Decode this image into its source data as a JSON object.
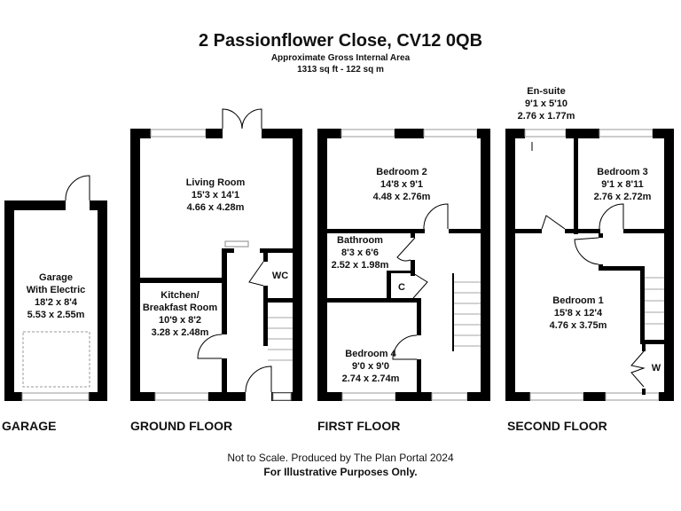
{
  "header": {
    "title": "2 Passionflower Close, CV12 0QB",
    "subtitle": "Approximate Gross Internal Area",
    "area": "1313 sq ft - 122 sq m"
  },
  "floors": {
    "garage": {
      "label": "GARAGE",
      "rooms": [
        {
          "name": "Garage",
          "name2": "With Electric",
          "imperial": "18'2 x 8'4",
          "metric": "5.53 x 2.55m"
        }
      ]
    },
    "ground": {
      "label": "GROUND FLOOR",
      "rooms": [
        {
          "name": "Living Room",
          "imperial": "15'3 x 14'1",
          "metric": "4.66 x 4.28m"
        },
        {
          "name": "Kitchen/",
          "name2": "Breakfast Room",
          "imperial": "10'9 x 8'2",
          "metric": "3.28 x 2.48m"
        },
        {
          "name": "WC"
        }
      ]
    },
    "first": {
      "label": "FIRST FLOOR",
      "rooms": [
        {
          "name": "Bedroom 2",
          "imperial": "14'8 x 9'1",
          "metric": "4.48 x 2.76m"
        },
        {
          "name": "Bathroom",
          "imperial": "8'3 x 6'6",
          "metric": "2.52 x 1.98m"
        },
        {
          "name": "C"
        },
        {
          "name": "Bedroom 4",
          "imperial": "9'0 x 9'0",
          "metric": "2.74 x 2.74m"
        }
      ]
    },
    "second": {
      "label": "SECOND FLOOR",
      "rooms": [
        {
          "name": "En-suite",
          "imperial": "9'1 x 5'10",
          "metric": "2.76 x 1.77m"
        },
        {
          "name": "Bedroom 3",
          "imperial": "9'1 x 8'11",
          "metric": "2.76 x 2.72m"
        },
        {
          "name": "Bedroom 1",
          "imperial": "15'8 x 12'4",
          "metric": "4.76 x 3.75m"
        },
        {
          "name": "W"
        }
      ]
    }
  },
  "footer": {
    "line1": "Not to Scale. Produced by The Plan Portal 2024",
    "line2": "For Illustrative Purposes Only."
  }
}
